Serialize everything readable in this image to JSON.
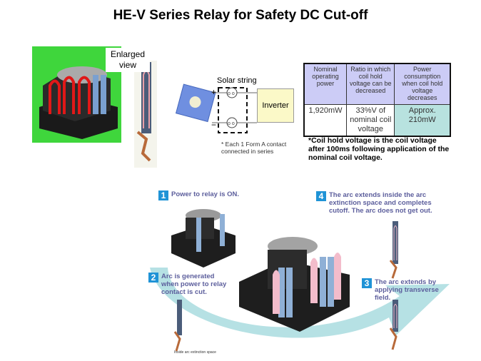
{
  "title": "HE-V Series Relay for Safety DC Cut-off",
  "enlarged_view_label": "Enlarged view",
  "circuit": {
    "solar_string_label": "Solar string",
    "plus": "+",
    "minus": "−",
    "inverter_label": "Inverter",
    "note": "* Each 1 Form A contact connected in series"
  },
  "spec_table": {
    "headers": [
      "Nominal operating power",
      "Ratio in which coil hold voltage can be decreased",
      "Power consumption when coil hold voltage decreases"
    ],
    "values": [
      "1,920mW",
      "33%V of nominal coil voltage",
      "Approx. 210mW"
    ]
  },
  "footnote": "*Coil hold voltage is the coil voltage after 100ms following application of the nominal coil  voltage.",
  "steps": [
    {
      "num": "1",
      "text": "Power to relay is ON."
    },
    {
      "num": "2",
      "text": "Arc is generated when power to relay contact is cut."
    },
    {
      "num": "3",
      "text": "The arc extends by applying transverse field."
    },
    {
      "num": "4",
      "text": "The arc extends inside the arc extinction space and completes cutoff. The arc does not get out."
    }
  ],
  "caption": "Inside arc extinction space",
  "colors": {
    "accent": "#1f93d6",
    "step_text": "#5c5e9c",
    "arrow": "#a9dcdf",
    "table_header": "#ccccf6",
    "table_highlight": "#b8e2df"
  }
}
